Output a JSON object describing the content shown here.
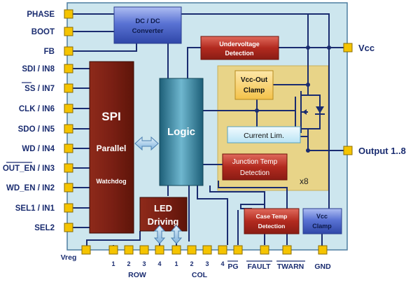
{
  "left_pins": [
    "PHASE",
    "BOOT",
    "FB",
    "SDI / IN8",
    "SS / IN7",
    "CLK / IN6",
    "SDO / IN5",
    "WD / IN4",
    "OUT_EN / IN3",
    "WD_EN / IN2",
    "SEL1 / IN1",
    "SEL2"
  ],
  "right_pins": {
    "vcc": "Vcc",
    "output": "Output 1..8"
  },
  "bottom_pins": {
    "vreg": "Vreg",
    "row_numbers": [
      "1",
      "2",
      "3",
      "4"
    ],
    "row_label": "ROW",
    "col_numbers": [
      "1",
      "2",
      "3",
      "4"
    ],
    "col_label": "COL",
    "pg": "PG",
    "fault": "FAULT",
    "twarn": "TWARN",
    "gnd": "GND"
  },
  "blocks": {
    "dcdc_line1": "DC / DC",
    "dcdc_line2": "Converter",
    "undervoltage_line1": "Undervoltage",
    "undervoltage_line2": "Detection",
    "spi_title": "SPI",
    "spi_parallel": "Parallel",
    "spi_watchdog": "Watchdog",
    "logic": "Logic",
    "vcc_out_line1": "Vcc-Out",
    "vcc_out_line2": "Clamp",
    "current_lim": "Current Lim.",
    "junction_line1": "Junction Temp",
    "junction_line2": "Detection",
    "x8": "x8",
    "led_line1": "LED",
    "led_line2": "Driving",
    "case_temp_line1": "Case Temp",
    "case_temp_line2": "Detection",
    "vcc_clamp_line1": "Vcc",
    "vcc_clamp_line2": "Clamp"
  },
  "colors": {
    "chip_fill": "#cde6ee",
    "pin_fill": "#f5c400",
    "blue_block": "#4a63c8",
    "red_block": "#b22a1f",
    "spi_block": "#7a1f14",
    "logic_block": "#2b7f9a",
    "output_panel": "#e8d488",
    "wire": "#1a2c70"
  }
}
